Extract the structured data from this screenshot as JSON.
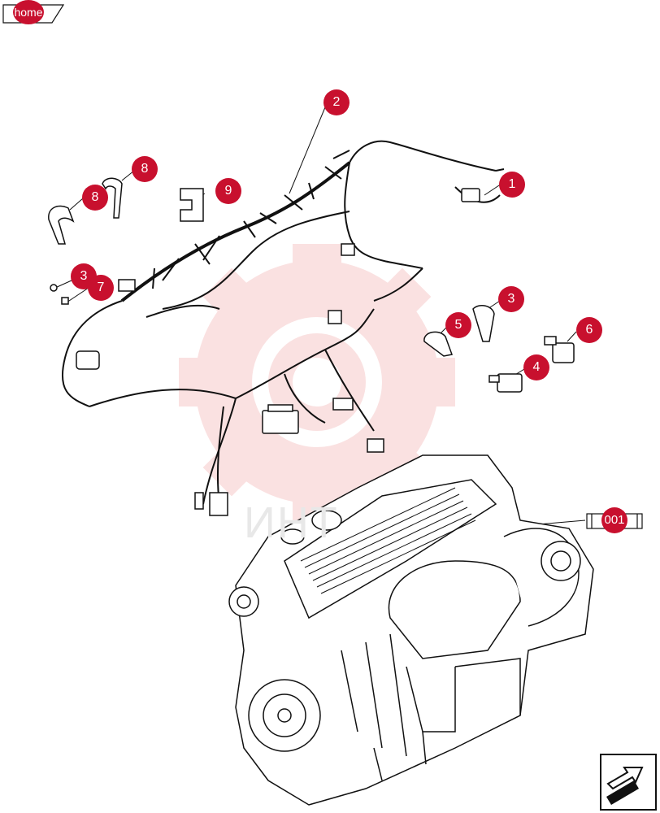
{
  "home": {
    "label": "home"
  },
  "watermark": {
    "text": "ИНТ"
  },
  "reference": {
    "code": "001"
  },
  "callouts": [
    {
      "id": "1",
      "part": "harness-connector"
    },
    {
      "id": "2",
      "part": "wiring-harness"
    },
    {
      "id": "3",
      "part": "clip"
    },
    {
      "id": "3",
      "part": "clip"
    },
    {
      "id": "4",
      "part": "sensor"
    },
    {
      "id": "5",
      "part": "cable-tie"
    },
    {
      "id": "6",
      "part": "sensor"
    },
    {
      "id": "7",
      "part": "nut"
    },
    {
      "id": "8",
      "part": "cable-tie"
    },
    {
      "id": "8",
      "part": "cable-tie"
    },
    {
      "id": "9",
      "part": "bracket"
    }
  ],
  "colors": {
    "callout": "#c8102e",
    "watermark": "#f4c7c7",
    "line": "#111111"
  }
}
